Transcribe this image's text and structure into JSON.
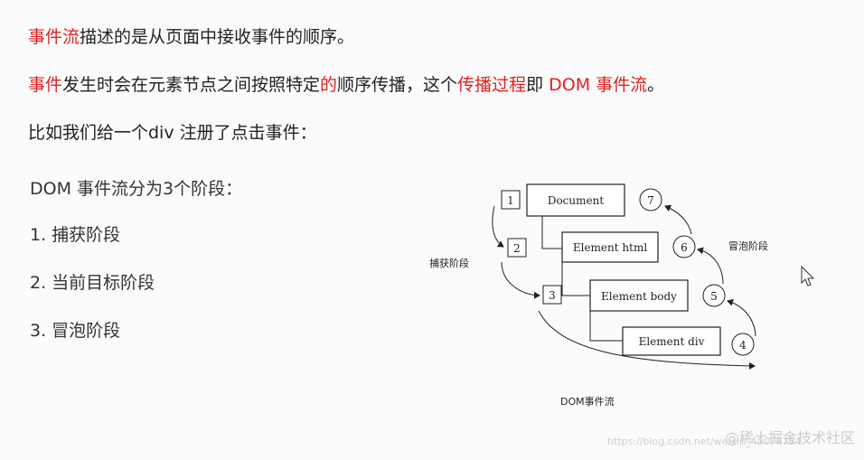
{
  "paragraph1": {
    "red": "事件流",
    "rest": "描述的是从页面中接收事件的顺序。"
  },
  "paragraph2": {
    "part1_red": "事件",
    "part2": "发生时会在元素节点之间按照特定",
    "part3_red": "的",
    "part4": "顺序传播，这个",
    "part5_red": "传播过程",
    "part6": "即 ",
    "part7_red": "DOM 事件流",
    "part8": "。"
  },
  "paragraph3": "比如我们给一个div 注册了点击事件：",
  "phases_title": "DOM 事件流分为3个阶段：",
  "phases": [
    "1. 捕获阶段",
    "2. 当前目标阶段",
    "3. 冒泡阶段"
  ],
  "diagram": {
    "nodes": [
      "Document",
      "Element html",
      "Element body",
      "Element div"
    ],
    "capture_steps": [
      "1",
      "2",
      "3"
    ],
    "bubble_steps": [
      "4",
      "5",
      "6",
      "7"
    ],
    "capture_label": "捕获阶段",
    "bubble_label": "冒泡阶段",
    "caption": "DOM事件流"
  },
  "watermark": {
    "url": "https://blog.csdn.net/weixin_45074784",
    "site": "@稀土掘金技术社区"
  }
}
